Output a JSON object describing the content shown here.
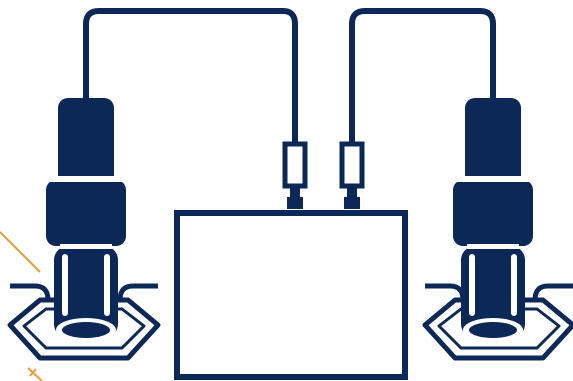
{
  "diagram": {
    "components": [
      {
        "name": "left-sensor-probe",
        "icon": "sensor-probe-icon"
      },
      {
        "name": "right-sensor-probe",
        "icon": "sensor-probe-icon"
      },
      {
        "name": "control-box",
        "icon": "rectangle-box-icon"
      },
      {
        "name": "left-cable",
        "icon": "cable-line-icon"
      },
      {
        "name": "right-cable",
        "icon": "cable-line-icon"
      },
      {
        "name": "left-connector",
        "icon": "inline-connector-icon"
      },
      {
        "name": "right-connector",
        "icon": "inline-connector-icon"
      }
    ],
    "colors": {
      "primary": "#0b2856",
      "background": "#ffffff",
      "accent": "#f29a3a"
    }
  }
}
